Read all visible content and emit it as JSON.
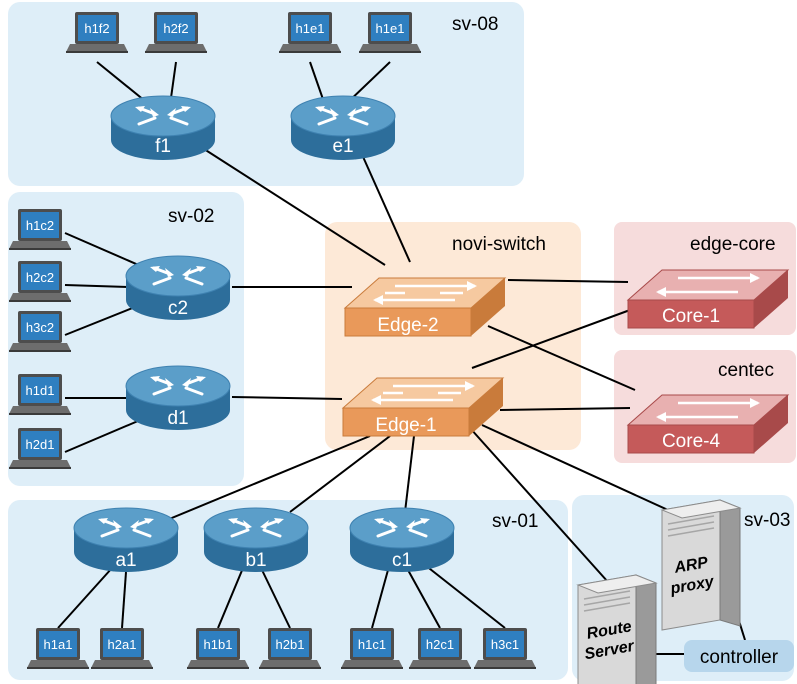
{
  "colors": {
    "server_region": "#deeef8",
    "novi_region": "#fde9d7",
    "core_region": "#f6dcdc",
    "router_top": "#5b9ec9",
    "router_side": "#2e6f9c",
    "edge_switch": "#f2b27a",
    "core_switch": "#d88a8a",
    "host_screen": "#2f7fc0",
    "link": "#000000"
  },
  "regions": {
    "sv08": "sv-08",
    "sv02": "sv-02",
    "sv01": "sv-01",
    "sv03": "sv-03",
    "novi": "novi-switch",
    "edgecore": "edge-core",
    "centec": "centec"
  },
  "routers": {
    "f1": "f1",
    "e1": "e1",
    "c2": "c2",
    "d1": "d1",
    "a1": "a1",
    "b1": "b1",
    "c1": "c1"
  },
  "switches": {
    "edge2": "Edge-2",
    "edge1": "Edge-1",
    "core1": "Core-1",
    "core4": "Core-4"
  },
  "hosts": {
    "h1f2": "h1f2",
    "h2f2": "h2f2",
    "h1e1a": "h1e1",
    "h1e1b": "h1e1",
    "h1c2": "h1c2",
    "h2c2": "h2c2",
    "h3c2": "h3c2",
    "h1d1": "h1d1",
    "h2d1": "h2d1",
    "h1a1": "h1a1",
    "h2a1": "h2a1",
    "h1b1": "h1b1",
    "h2b1": "h2b1",
    "h1c1": "h1c1",
    "h2c1": "h2c1",
    "h3c1": "h3c1"
  },
  "servers": {
    "arp_line1": "ARP",
    "arp_line2": "proxy",
    "route_line1": "Route",
    "route_line2": "Server"
  },
  "controller": "controller",
  "icons": {
    "router": "router-icon",
    "switch": "switch-icon",
    "host": "laptop-icon",
    "server": "server-tower-icon"
  }
}
